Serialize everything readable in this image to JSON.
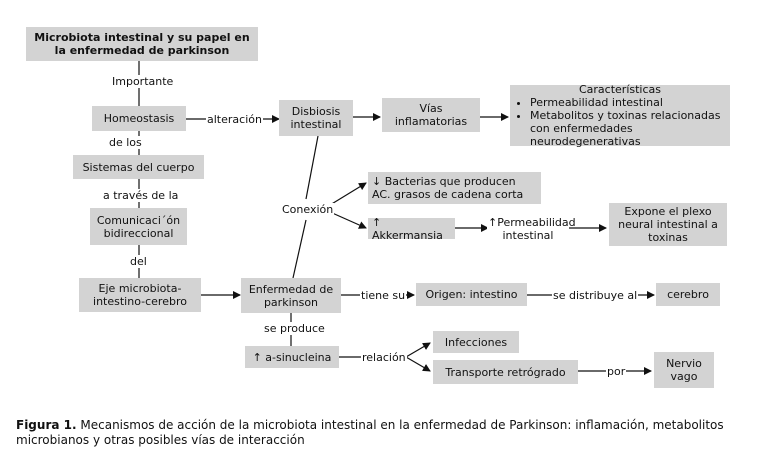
{
  "diagram": {
    "nodes": {
      "title": "Microbiota intestinal y su papel en la enfermedad de parkinson",
      "homeostasis": "Homeostasis",
      "sistemas": "Sistemas del cuerpo",
      "comunicacion": "Comunicaci´ón bidireccional",
      "eje": "Eje microbiota-intestino-cerebro",
      "disbiosis": "Disbiosis intestinal",
      "vias": "Vías inflamatorias",
      "caracteristicas_title": "Características",
      "caracteristicas_items": [
        "Permeabilidad intestinal",
        "Metabolitos y toxinas relacionadas con enfermedades neurodegenerativas"
      ],
      "bacterias": "↓ Bacterias que producen AC. grasos de cadena corta",
      "akkermansia": "↑ Akkermansia",
      "expone": "Expone el plexo neural intestinal a toxinas",
      "enfermedad": "Enfermedad de parkinson",
      "origen": "Origen: intestino",
      "cerebro": "cerebro",
      "sinucleina": "↑ a-sinucleina",
      "infecciones": "Infecciones",
      "transporte": "Transporte retrógrado",
      "nervio": "Nervio vago"
    },
    "edge_labels": {
      "importante": "Importante",
      "alteracion": "alteración",
      "de_los": "de los",
      "a_traves": "a través de la",
      "del": "del",
      "conexion": "Conexión",
      "permeabilidad": "↑Permeabilidad intestinal",
      "tiene_su": "tiene su",
      "se_distribuye": "se distribuye al",
      "se_produce": "se produce",
      "relacion": "relación",
      "por": "por"
    }
  },
  "caption": {
    "label": "Figura 1.",
    "text": "Mecanismos de acción de la microbiota intestinal en la enfermedad de Parkinson: inflamación, metabolitos microbianos y otras posibles vías de interacción"
  }
}
